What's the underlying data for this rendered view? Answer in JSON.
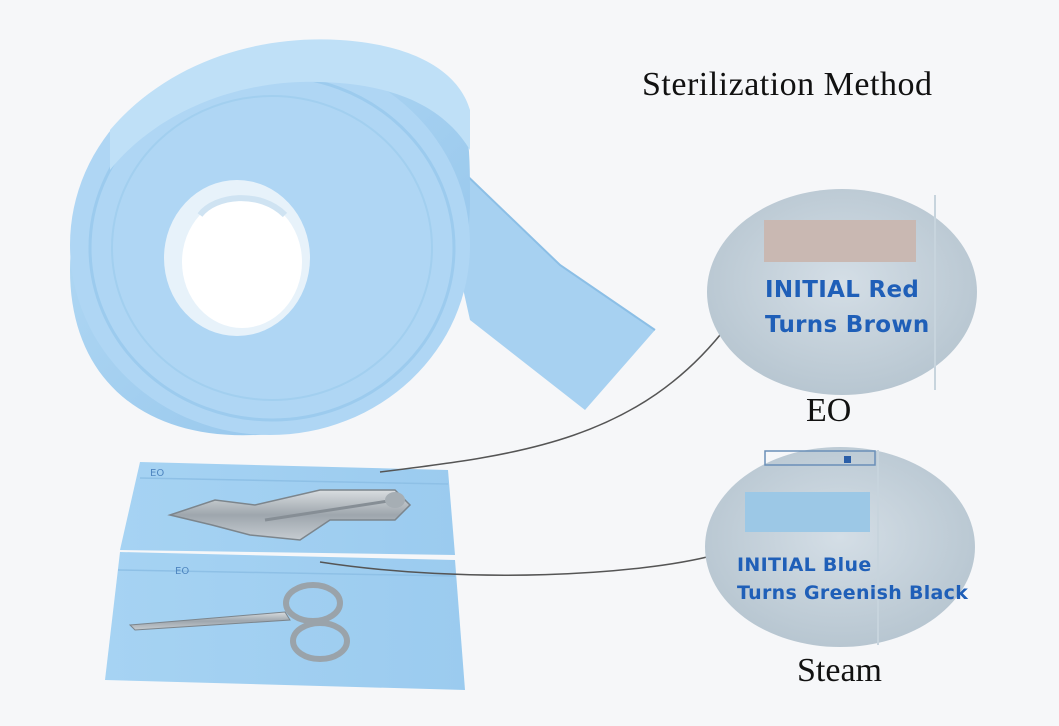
{
  "title": "Sterilization Method",
  "eo": {
    "label": "EO",
    "indicator_line1": "INITIAL Red",
    "indicator_line2": "Turns Brown",
    "indicator_color": "#c9b8b2"
  },
  "steam": {
    "label": "Steam",
    "indicator_line1": "INITIAL Blue",
    "indicator_line2": "Turns Greenish Black",
    "indicator_color": "#9cc8e6"
  },
  "pouch_print": {
    "top_pouch_code": "EO",
    "bottom_pouch_code": "EO"
  },
  "colors": {
    "roll_blue": "#a9d2f2",
    "pouch_blue": "#9fcdf0",
    "text_blue": "#1f5fb8",
    "background": "#f6f7f9"
  }
}
